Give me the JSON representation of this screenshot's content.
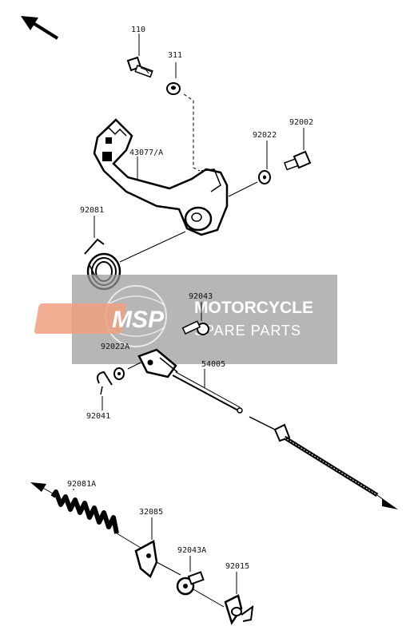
{
  "parts": {
    "p110": "110",
    "p311": "311",
    "p92002": "92002",
    "p92022": "92022",
    "p43077A": "43077/A",
    "p92081": "92081",
    "p92043": "92043",
    "p92022A": "92022A",
    "p54005": "54005",
    "p92041": "92041",
    "p92081A": "92081A",
    "p32085": "32085",
    "p92043A": "92043A",
    "p92015": "92015"
  },
  "watermark": {
    "logo": "MSP",
    "brand": "MOTORCYCLE",
    "sub": "SPARE PARTS",
    "overlay_color": "#9a9a9a",
    "logo_color": "#f0a080"
  }
}
